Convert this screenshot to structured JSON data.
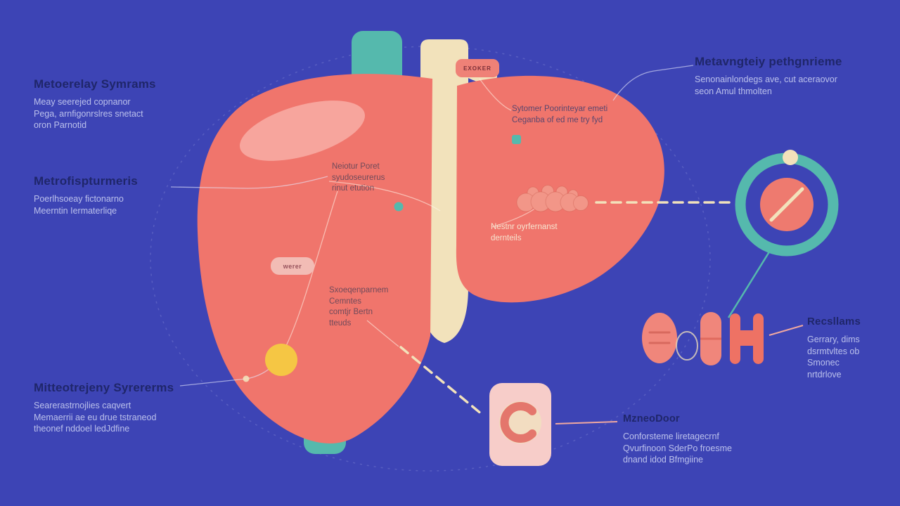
{
  "palette": {
    "background": "#3d44b5",
    "liver": "#f0756c",
    "liver_highlight": "#f7a59d",
    "vessel_cream": "#f2e2bb",
    "teal": "#55b9ad",
    "yellow": "#f5c644",
    "coral_dark": "#ee7a6f",
    "pink_light": "#f7cdc9",
    "heading_text": "#1f266a",
    "body_text": "#dde2fa"
  },
  "icons": {
    "prohibition": "no-entry-ring-icon",
    "pills": "medication-pills-icon",
    "capsule": "organ-capsule-icon",
    "marker_yellow": "yellow-dot-marker",
    "marker_teal": "teal-dot-marker"
  },
  "annotations": {
    "left_top": {
      "heading": "Metoerelay Symrams",
      "lines": [
        "Meay seerejed copnanor",
        "Pega, arnfigonrslres snetact",
        "oron Parnotid"
      ]
    },
    "left_mid": {
      "heading": "Metrofispturmeris",
      "lines": [
        "Poerlhsoeay fictonarno",
        "Meerntin Iermaterliqe"
      ]
    },
    "left_bottom": {
      "heading": "Mitteotrejeny Syrererms",
      "lines": [
        "Searerastrnojlies caqvert",
        "Memaerrii ae eu drue tstraneod",
        "theonef nddoel ledJdfine"
      ]
    },
    "right_top": {
      "heading": "Metavngteiy pethgnrieme",
      "lines": [
        "Senonainlondegs ave, cut aceraovor",
        "seon Amul thmolten"
      ]
    },
    "right_mid": {
      "heading": "Recsllams",
      "lines": [
        "Gerrary, dims",
        "dsrmtvltes ob",
        "Smonec",
        "nrtdrlove"
      ]
    },
    "bottom_right": {
      "heading": "MzneoDoor",
      "lines": [
        "Conforsteme liretagecrnf",
        "Qvurfinoon SderPo froesme",
        "dnand idod Bfmgiine"
      ]
    },
    "liver_top": {
      "lines": [
        "Sytomer Poorinteyar emeti",
        "Ceganba of ed me try fyd"
      ]
    },
    "liver_left": {
      "lines": [
        "Neiotur Poret",
        "syudoseurerus",
        "rinut etution"
      ]
    },
    "liver_right": {
      "lines": [
        "Nestnr oyrfernanst",
        "dernteils"
      ]
    },
    "liver_lower": {
      "lines": [
        "Sxoeqenparnem",
        "Cemntes",
        "comtjr Bertn",
        "tteuds"
      ]
    }
  },
  "tags": {
    "top": "EXOKER",
    "mid": "werer"
  }
}
